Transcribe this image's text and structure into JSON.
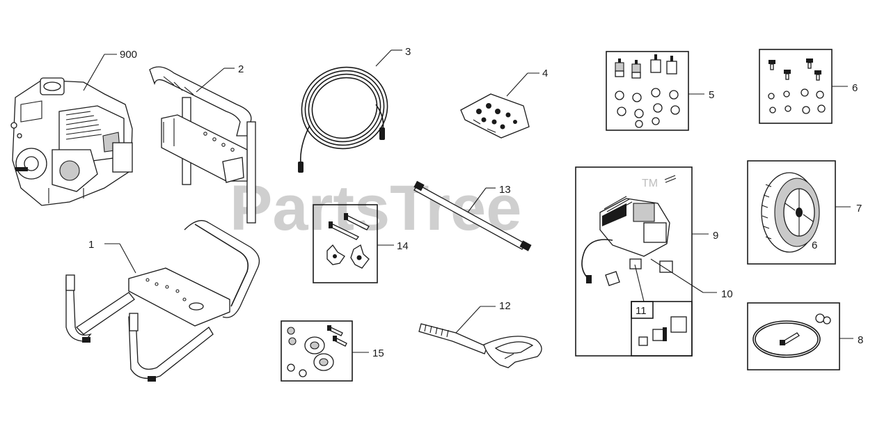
{
  "watermark": {
    "text": "PartsTree",
    "trademark": "TM"
  },
  "callouts": {
    "p900": "900",
    "p1": "1",
    "p2": "2",
    "p3": "3",
    "p4": "4",
    "p5": "5",
    "p6": "6",
    "p7": "7",
    "p8": "8",
    "p9": "9",
    "p10": "10",
    "p11": "11",
    "p12": "12",
    "p13": "13",
    "p14": "14",
    "p15": "15"
  },
  "wheel_mark": "6"
}
